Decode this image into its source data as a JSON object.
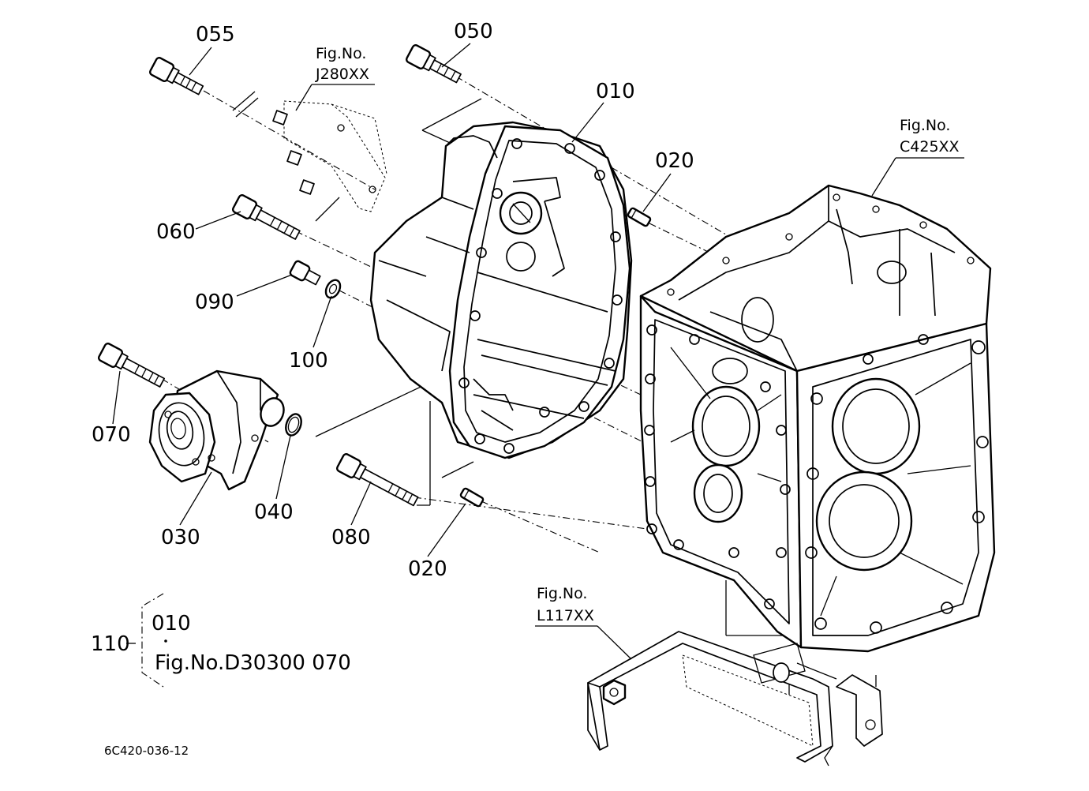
{
  "callouts": {
    "c055": "055",
    "c050": "050",
    "c010": "010",
    "c020a": "020",
    "c060": "060",
    "c090": "090",
    "c100": "100",
    "c070": "070",
    "c030": "030",
    "c040": "040",
    "c080": "080",
    "c020b": "020"
  },
  "figrefs": {
    "j280_a": "Fig.No.",
    "j280_b": "J280XX",
    "c425_a": "Fig.No.",
    "c425_b": "C425XX",
    "l117_a": "Fig.No.",
    "l117_b": "L117XX"
  },
  "assembly": {
    "number": "110",
    "line1": "010",
    "line2": "Fig.No.D30300  070"
  },
  "drawing_code": "6C420-036-12"
}
